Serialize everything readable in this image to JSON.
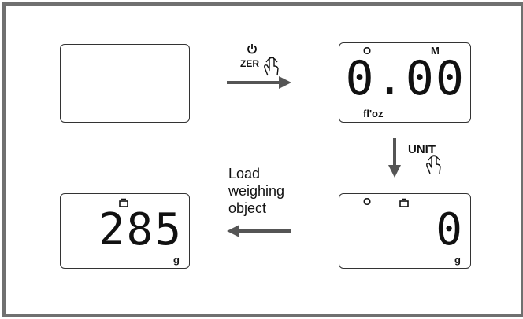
{
  "steps": {
    "power_zero": {
      "icon": "power-icon",
      "label": "ZER"
    },
    "unit": {
      "label": "UNIT"
    },
    "load": {
      "lines": [
        "Load",
        "weighing",
        "object"
      ]
    }
  },
  "displays": {
    "blank": {},
    "zeroed": {
      "stable_indicator": "O",
      "mode": "M",
      "reading": "0.00",
      "unit": "fl'oz"
    },
    "unit_changed": {
      "stable_indicator": "O",
      "tare_icon": "weight-icon",
      "reading": "0",
      "unit": "g"
    },
    "loaded": {
      "tare_icon": "weight-icon",
      "reading": "285",
      "unit": "g"
    }
  },
  "colors": {
    "frame": "#707070",
    "arrow": "#555555",
    "lcd_border": "#333333",
    "text": "#111111"
  }
}
